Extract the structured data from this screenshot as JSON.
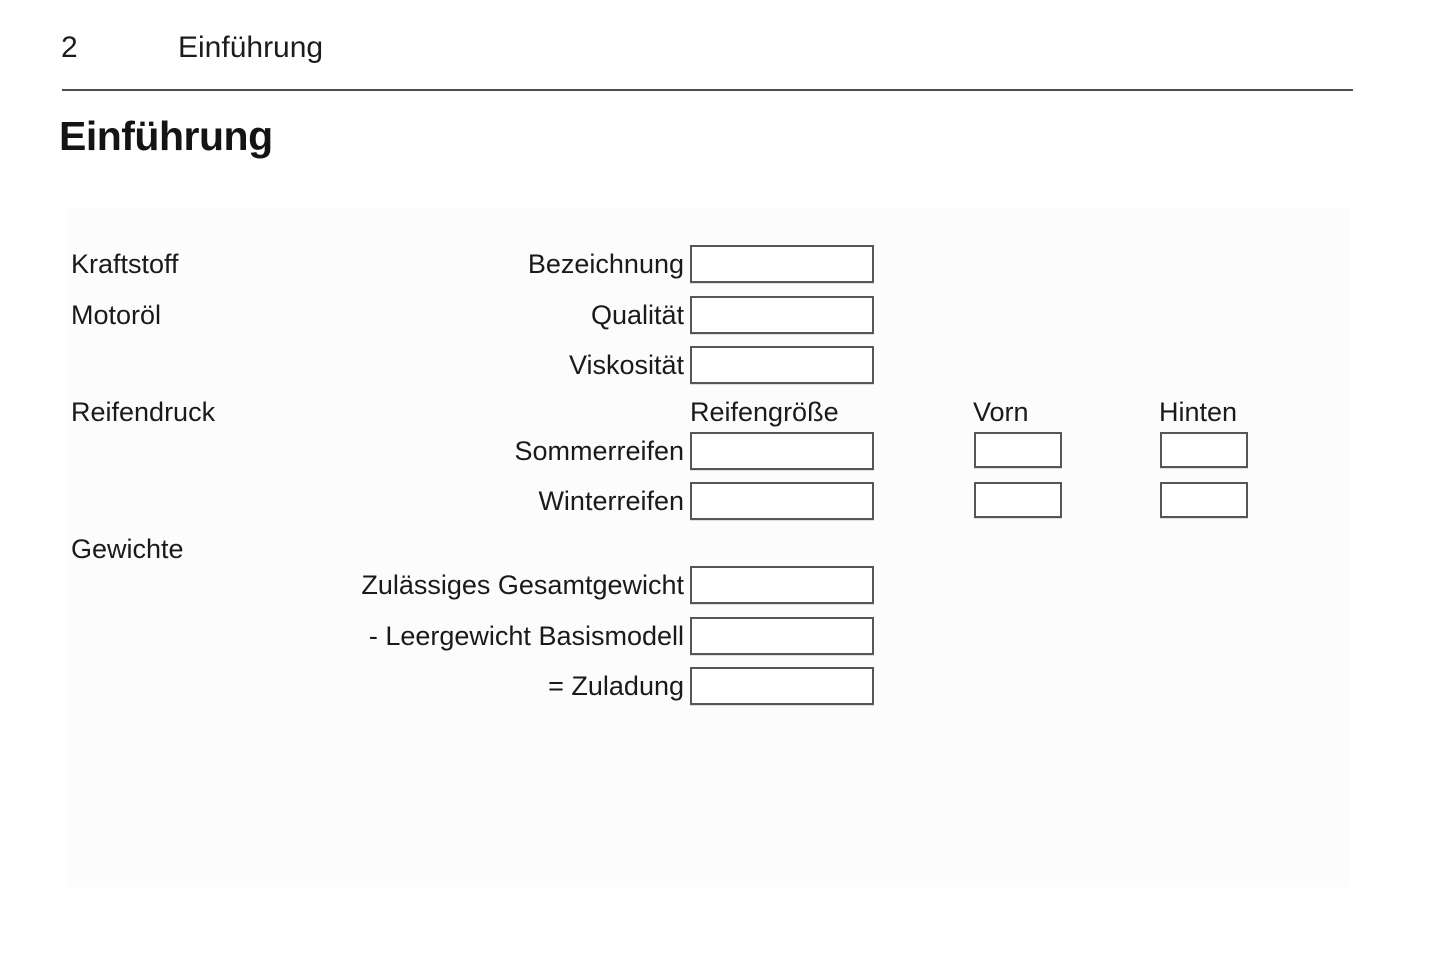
{
  "page": {
    "number": "2",
    "header_title": "Einführung",
    "title": "Einführung"
  },
  "form": {
    "section_labels": [
      {
        "text": "Kraftstoff"
      },
      {
        "text": "Motoröl"
      },
      {
        "text": "Reifendruck"
      },
      {
        "text": "Gewichte"
      }
    ],
    "column_headers": [
      {
        "text": "Reifengröße"
      },
      {
        "text": "Vorn"
      },
      {
        "text": "Hinten"
      }
    ],
    "rows": [
      {
        "label": "Bezeichnung",
        "value": ""
      },
      {
        "label": "Qualität",
        "value": ""
      },
      {
        "label": "Viskosität",
        "value": ""
      },
      {
        "label": "Sommerreifen",
        "value": "",
        "vorn": "",
        "hinten": ""
      },
      {
        "label": "Winterreifen",
        "value": "",
        "vorn": "",
        "hinten": ""
      },
      {
        "label": "Zulässiges Gesamtgewicht",
        "value": ""
      },
      {
        "label": "- Leergewicht Basismodell",
        "value": ""
      },
      {
        "label": "= Zuladung",
        "value": ""
      }
    ]
  },
  "colors": {
    "text": "#1a1a1a",
    "box_border": "#565656",
    "divider": "#4f4f4f",
    "panel_background": "#fcfcfc"
  }
}
